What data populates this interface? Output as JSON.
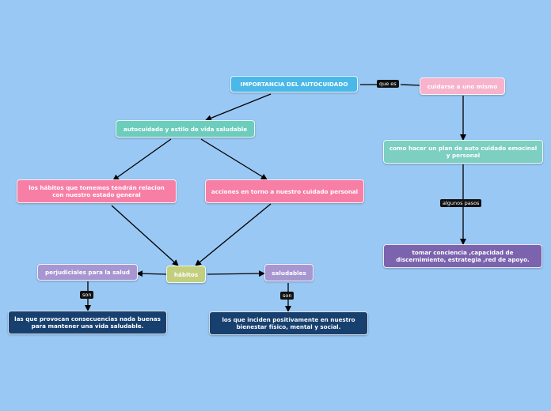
{
  "colors": {
    "background": "#99c8f4",
    "cyan": "#4ab8e8",
    "teal": "#6ccdbd",
    "pink": "#f77fa6",
    "light_pink": "#f7b3cc",
    "purple": "#a896d2",
    "olive": "#c2cf7e",
    "navy": "#17406f",
    "violet": "#7b63ae",
    "mint": "#7ccfc1",
    "label_bg": "#111111"
  },
  "nodes": {
    "importancia": "IMPORTANCIA DEL AUTOCUIDADO",
    "autocuidado": "autocuidado y estilo de vida saludable",
    "habitos_relacion": "los hábitos que tomemos tendrán relacion con nuestro estado general",
    "acciones": "acciones en torno a nuestro cuidado personal",
    "habitos": "hábitos",
    "perjudiciales": "perjudiciales para la salud",
    "saludables": "saludables",
    "provocan": "las que provocan consecuencias nada buenas para mantener una vida saludable.",
    "inciden": "los que inciden positivamente en nuestro bienestar físico, mental y social.",
    "cuidarse": "cuidarse a uno mismo",
    "plan": "como hacer un plan de auto cuidado emocinal y personal",
    "tomar": "tomar conciencia ,capacidad de discernimiento, estrategia ,red de apoyo."
  },
  "labels": {
    "que_es": "que es",
    "algunos_pasos": "algunos pasos",
    "son_left": "son",
    "son_right": "son"
  }
}
